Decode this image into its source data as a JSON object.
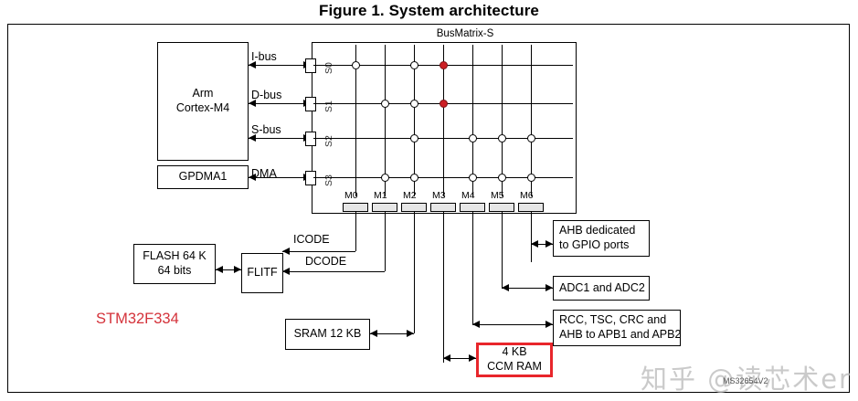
{
  "figure": {
    "title": "Figure 1. System architecture",
    "figure_id": "MS32654V2",
    "chip_name": "STM32F334",
    "chip_name_color": "#d4323a",
    "highlight_color": "#e8262b"
  },
  "watermark": {
    "text": "知乎 @读芯术er"
  },
  "matrix": {
    "title": "BusMatrix-S",
    "slave_ports": [
      "S0",
      "S1",
      "S2",
      "S3"
    ],
    "master_ports": [
      "M0",
      "M1",
      "M2",
      "M3",
      "M4",
      "M5",
      "M6"
    ],
    "connections": [
      {
        "slave": "S0",
        "masters": [
          "M0",
          "M2",
          "M3"
        ]
      },
      {
        "slave": "S1",
        "masters": [
          "M1",
          "M2",
          "M3"
        ]
      },
      {
        "slave": "S2",
        "masters": [
          "M2",
          "M4",
          "M5",
          "M6"
        ]
      },
      {
        "slave": "S3",
        "masters": [
          "M1",
          "M2",
          "M4",
          "M5",
          "M6"
        ]
      }
    ],
    "highlighted_nodes": [
      {
        "slave": "S0",
        "master": "M3"
      },
      {
        "slave": "S1",
        "master": "M3"
      }
    ]
  },
  "blocks": {
    "cpu": {
      "line1": "Arm",
      "line2": "Cortex-M4"
    },
    "gpdma": {
      "line1": "GPDMA1"
    },
    "flash": {
      "line1": "FLASH 64 K",
      "line2": "64 bits"
    },
    "flitf": {
      "line1": "FLITF"
    },
    "sram": {
      "line1": "SRAM 12 KB"
    },
    "ccmram": {
      "line1": "4 KB",
      "line2": "CCM RAM"
    },
    "gpio": {
      "line1": "AHB dedicated",
      "line2": "to GPIO ports"
    },
    "adc": {
      "line1": "ADC1 and ADC2"
    },
    "rcc": {
      "line1": "RCC, TSC, CRC and",
      "line2": "AHB to APB1 and APB2"
    }
  },
  "bus_labels": {
    "ibus": "I-bus",
    "dbus": "D-bus",
    "sbus": "S-bus",
    "dma": "DMA",
    "icode": "ICODE",
    "dcode": "DCODE"
  }
}
